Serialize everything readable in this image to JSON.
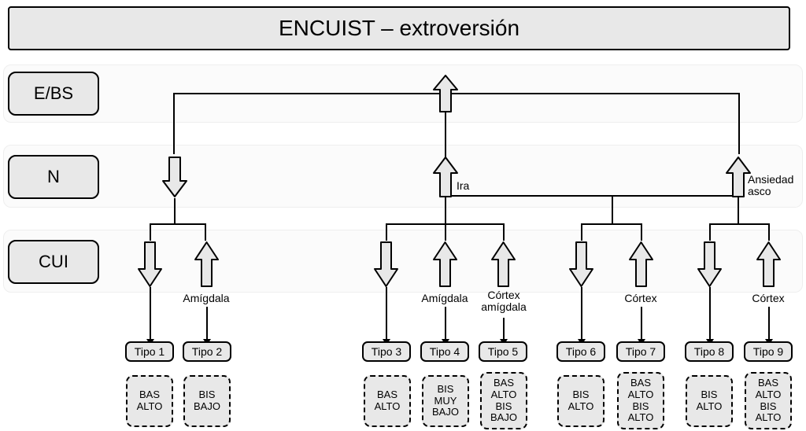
{
  "title": "ENCUIST – extroversión",
  "rows": [
    {
      "label": "E/BS"
    },
    {
      "label": "N"
    },
    {
      "label": "CUI"
    }
  ],
  "annotations": {
    "ira": "Ira",
    "ansiedad_asco": "Ansiedad\nasco",
    "amigdala_1": "Amígdala",
    "amigdala_2": "Amígdala",
    "cortex_amigdala": "Córtex\namígdala",
    "cortex_1": "Córtex",
    "cortex_2": "Córtex"
  },
  "tipos": [
    {
      "label": "Tipo 1"
    },
    {
      "label": "Tipo 2"
    },
    {
      "label": "Tipo 3"
    },
    {
      "label": "Tipo 4"
    },
    {
      "label": "Tipo 5"
    },
    {
      "label": "Tipo 6"
    },
    {
      "label": "Tipo 7"
    },
    {
      "label": "Tipo 8"
    },
    {
      "label": "Tipo 9"
    }
  ],
  "traits": [
    {
      "label": "BAS\nALTO"
    },
    {
      "label": "BIS\nBAJO"
    },
    {
      "label": "BAS\nALTO"
    },
    {
      "label": "BIS\nMUY\nBAJO"
    },
    {
      "label": "BAS\nALTO\nBIS\nBAJO"
    },
    {
      "label": "BIS\nALTO"
    },
    {
      "label": "BAS\nALTO\nBIS\nALTO"
    },
    {
      "label": "BIS\nALTO"
    },
    {
      "label": "BAS\nALTO\nBIS\nALTO"
    }
  ],
  "colors": {
    "box_fill": "#e8e8e8",
    "stroke": "#000000",
    "band_fill": "#fbfbfb",
    "page_bg": "#ffffff"
  }
}
